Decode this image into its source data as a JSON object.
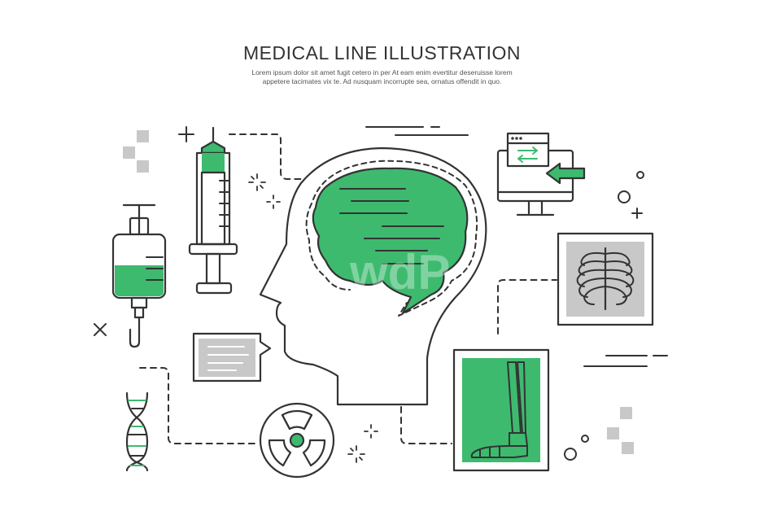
{
  "header": {
    "title": "MEDICAL LINE ILLUSTRATION",
    "subtitle_line1": "Lorem ipsum dolor sit amet fugit cetero in per At eam enim evertitur deseruisse lorem",
    "subtitle_line2": "appetere tacimates vix te. Ad nusquam incorrupte sea, ornatus offendit in quo."
  },
  "illustration": {
    "icons": [
      "head-brain-icon",
      "syringe-icon",
      "iv-bag-icon",
      "dna-icon",
      "radiation-icon",
      "chat-bubble-icon",
      "monitor-icon",
      "chest-xray-icon",
      "leg-xray-icon"
    ],
    "watermark": "wdP"
  },
  "colors": {
    "accent_green": "#3dba6e",
    "line": "#333333",
    "gray": "#c8c8c8"
  }
}
